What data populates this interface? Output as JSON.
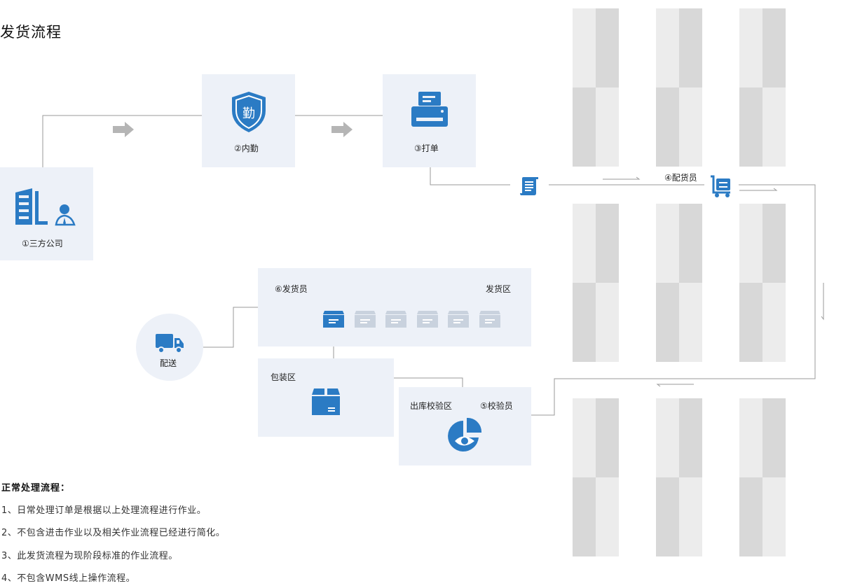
{
  "page": {
    "title": "发货流程"
  },
  "nodes": {
    "company": {
      "label": "①三方公司"
    },
    "internal": {
      "label": "②内勤",
      "shield_char": "勤"
    },
    "print": {
      "label": "③打单"
    },
    "picker": {
      "label": "④配货员"
    },
    "inspector": {
      "label": "⑤校验员",
      "zone": "出库校验区"
    },
    "shipper": {
      "label": "⑥发货员",
      "zone": "发货区"
    },
    "packing": {
      "zone": "包装区"
    },
    "delivery": {
      "label": "配送"
    }
  },
  "notes": {
    "heading": "正常处理流程：",
    "items": [
      "1、日常处理订单是根据以上处理流程进行作业。",
      "2、不包含进击作业以及相关作业流程已经进行简化。",
      "3、此发货流程为现阶段标准的作业流程。",
      "4、不包含WMS线上操作流程。"
    ]
  },
  "colors": {
    "accent": "#2b7bc4",
    "panel": "#edf1f8",
    "line": "#9a9a9a",
    "arrow": "#b5b5b5",
    "shelf_light": "#ececec",
    "shelf_dark": "#d8d8d8",
    "bin_inactive": "#c9d2de"
  },
  "icons": {
    "company": "building-person-icon",
    "internal": "shield-icon",
    "print": "printer-icon",
    "order": "document-scroll-icon",
    "picker": "cart-icon",
    "shipper_bins": "box-icon",
    "packing": "box-icon",
    "inspector": "eye-chart-icon",
    "delivery": "truck-icon"
  }
}
